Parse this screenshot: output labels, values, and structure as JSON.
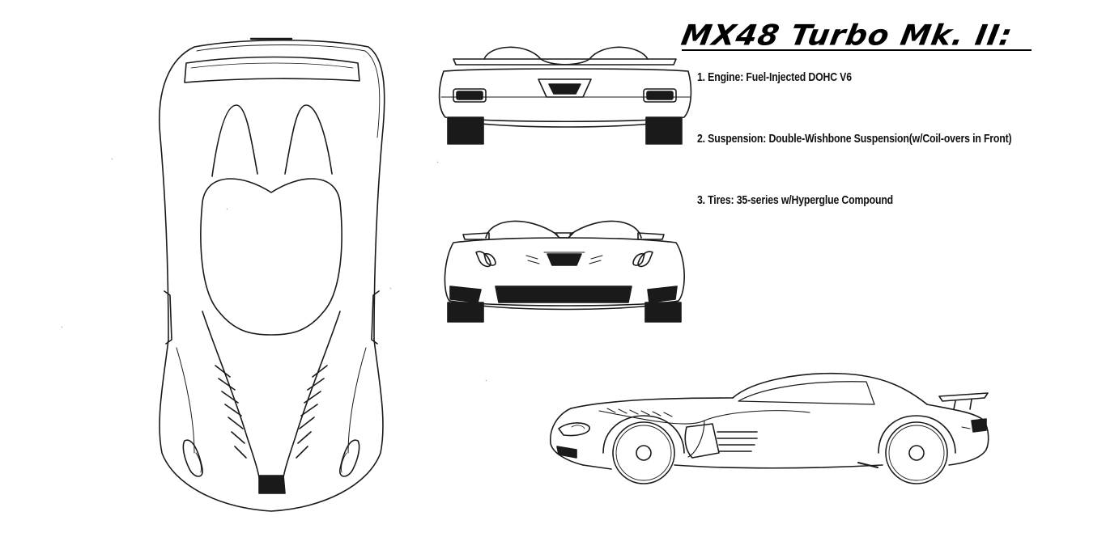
{
  "sheet": {
    "title": "MX48 Turbo Mk. II:",
    "specs": [
      {
        "label": "1. Engine: Fuel-Injected DOHC V6"
      },
      {
        "label": "2. Suspension: Double-Wishbone Suspension(w/Coil-overs in Front)"
      },
      {
        "label": "3. Tires: 35-series w/Hyperglue Compound"
      }
    ]
  },
  "views": [
    "top-view",
    "rear-view",
    "front-view",
    "side-view"
  ],
  "colors": {
    "ink": "#1a1a1a",
    "background": "#ffffff"
  }
}
